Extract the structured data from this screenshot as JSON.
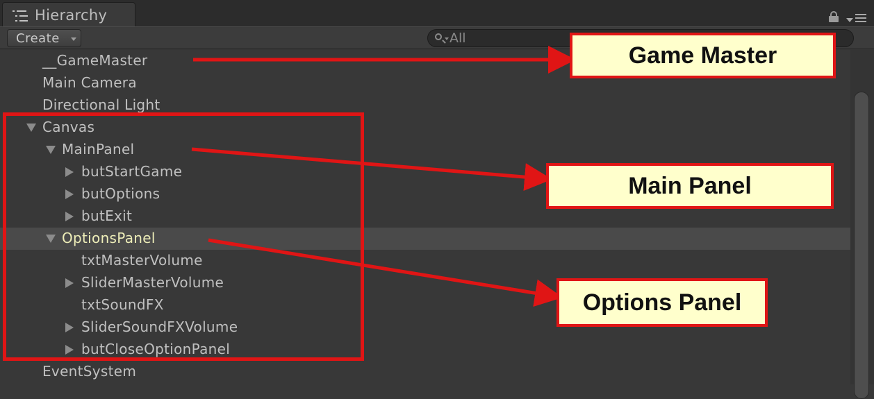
{
  "window": {
    "tab_title": "Hierarchy",
    "icons": [
      "hierarchy-list-icon",
      "lock-icon",
      "panel-menu-icon"
    ]
  },
  "toolbar": {
    "create_label": "Create",
    "search_placeholder": "All"
  },
  "tree": {
    "items": [
      {
        "label": "__GameMaster",
        "depth": 0,
        "arrow": "none",
        "selected": false
      },
      {
        "label": "Main Camera",
        "depth": 0,
        "arrow": "none",
        "selected": false
      },
      {
        "label": "Directional Light",
        "depth": 0,
        "arrow": "none",
        "selected": false
      },
      {
        "label": "Canvas",
        "depth": 0,
        "arrow": "expanded",
        "selected": false
      },
      {
        "label": "MainPanel",
        "depth": 1,
        "arrow": "expanded",
        "selected": false
      },
      {
        "label": "butStartGame",
        "depth": 2,
        "arrow": "collapsed",
        "selected": false
      },
      {
        "label": "butOptions",
        "depth": 2,
        "arrow": "collapsed",
        "selected": false
      },
      {
        "label": "butExit",
        "depth": 2,
        "arrow": "collapsed",
        "selected": false
      },
      {
        "label": "OptionsPanel",
        "depth": 1,
        "arrow": "expanded",
        "selected": true
      },
      {
        "label": "txtMasterVolume",
        "depth": 2,
        "arrow": "none",
        "selected": false
      },
      {
        "label": "SliderMasterVolume",
        "depth": 2,
        "arrow": "collapsed",
        "selected": false
      },
      {
        "label": "txtSoundFX",
        "depth": 2,
        "arrow": "none",
        "selected": false
      },
      {
        "label": "SliderSoundFXVolume",
        "depth": 2,
        "arrow": "collapsed",
        "selected": false
      },
      {
        "label": "butCloseOptionPanel",
        "depth": 2,
        "arrow": "collapsed",
        "selected": false
      },
      {
        "label": "EventSystem",
        "depth": 0,
        "arrow": "none",
        "selected": false
      }
    ]
  },
  "annotations": {
    "game_master": "Game Master",
    "main_panel": "Main Panel",
    "options_panel": "Options Panel"
  },
  "colors": {
    "panel_bg": "#383838",
    "selected_row": "#4a4a4a",
    "selected_text": "#ededb8",
    "annotation_red": "#e01515",
    "callout_fill": "#ffffcc"
  }
}
